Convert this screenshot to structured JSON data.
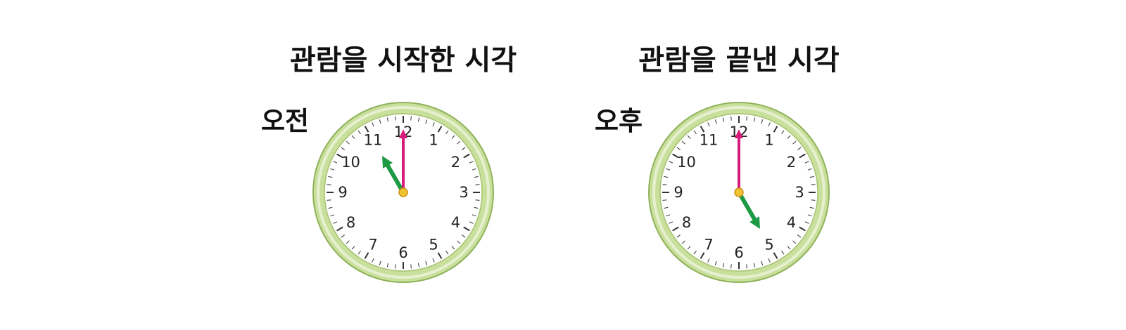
{
  "clocks": [
    {
      "title": "관람을 시작한 시각",
      "period": "오전",
      "hour": 11,
      "minute": 0
    },
    {
      "title": "관람을 끝낸 시각",
      "period": "오후",
      "hour": 5,
      "minute": 0
    }
  ],
  "dial_numbers": [
    "12",
    "1",
    "2",
    "3",
    "4",
    "5",
    "6",
    "7",
    "8",
    "9",
    "10",
    "11"
  ],
  "colors": {
    "rim": "#c9df9c",
    "rim_edge": "#8fb25a",
    "face": "#ffffff",
    "hour_hand": "#1e9a45",
    "minute_hand": "#d81b7a",
    "center_pin": "#f2c230"
  }
}
